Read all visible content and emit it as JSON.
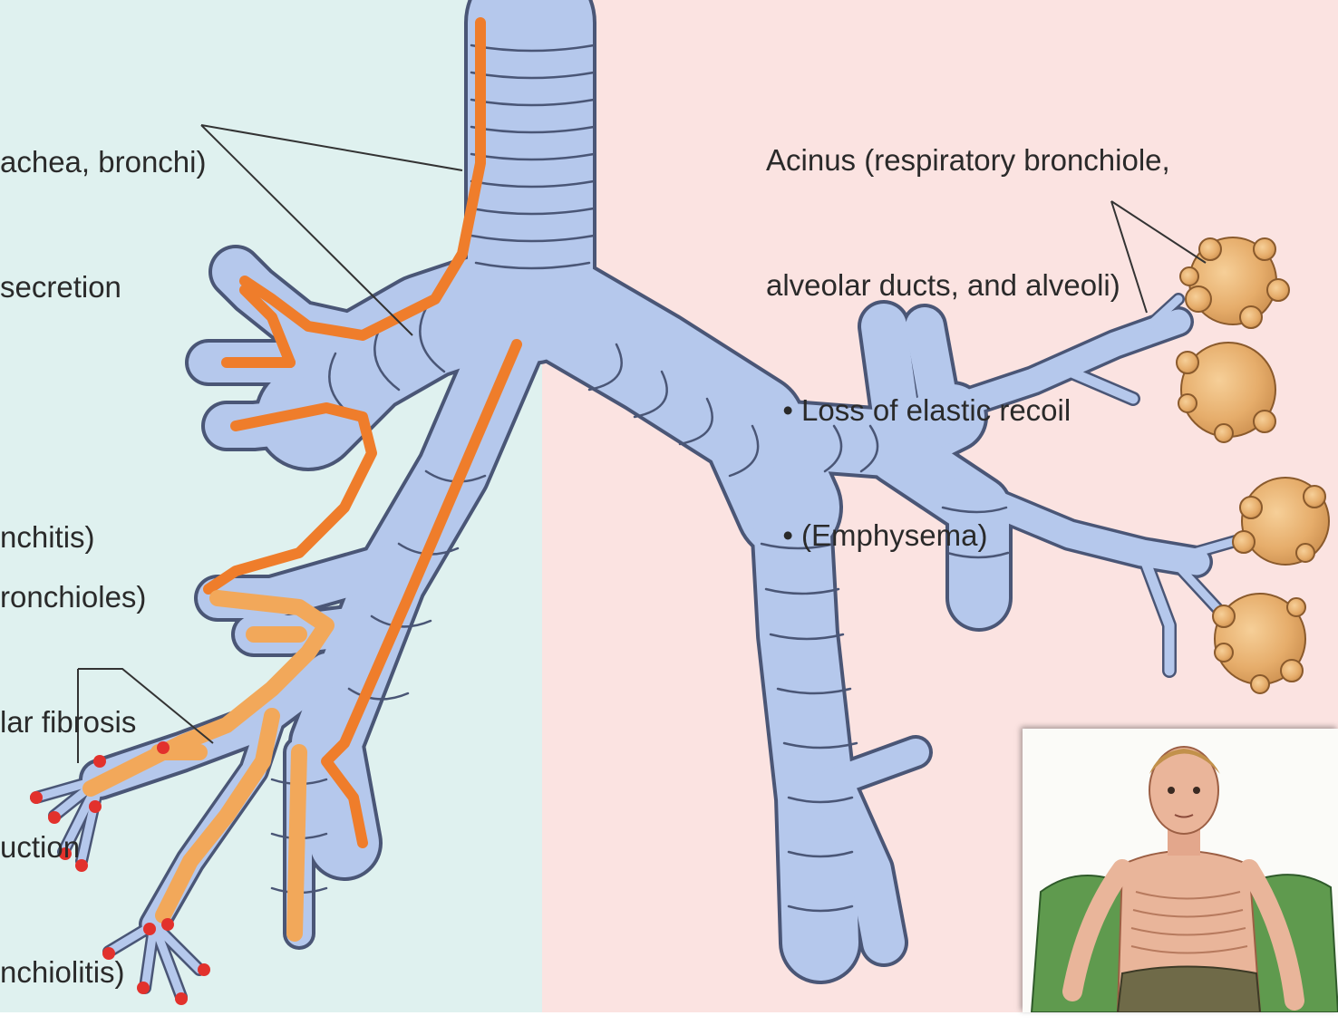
{
  "colors": {
    "left_background": "#dff1ef",
    "right_background": "#fbe3e1",
    "airway_fill": "#b5c8ec",
    "airway_outline": "#4a5676",
    "inflammation_dark": "#ef7d2b",
    "inflammation_light": "#f2a85a",
    "alveoli_fill": "#e6ad6b",
    "alveoli_outline": "#8a5a2c",
    "bronchiole_dots": "#e2312c",
    "leader_line": "#333333"
  },
  "labels": {
    "large_airways": [
      "achea, bronchi)",
      "secretion",
      "",
      "nchitis)"
    ],
    "small_airways": [
      "ronchioles)",
      "lar fibrosis",
      "uction",
      "nchiolitis)"
    ],
    "acinus": [
      "Acinus (respiratory bronchiole,",
      "alveolar ducts, and alveoli)",
      "  • Loss of elastic recoil",
      "  • (Emphysema)"
    ]
  },
  "inset": {
    "icon": "emaciated-patient-illustration"
  }
}
